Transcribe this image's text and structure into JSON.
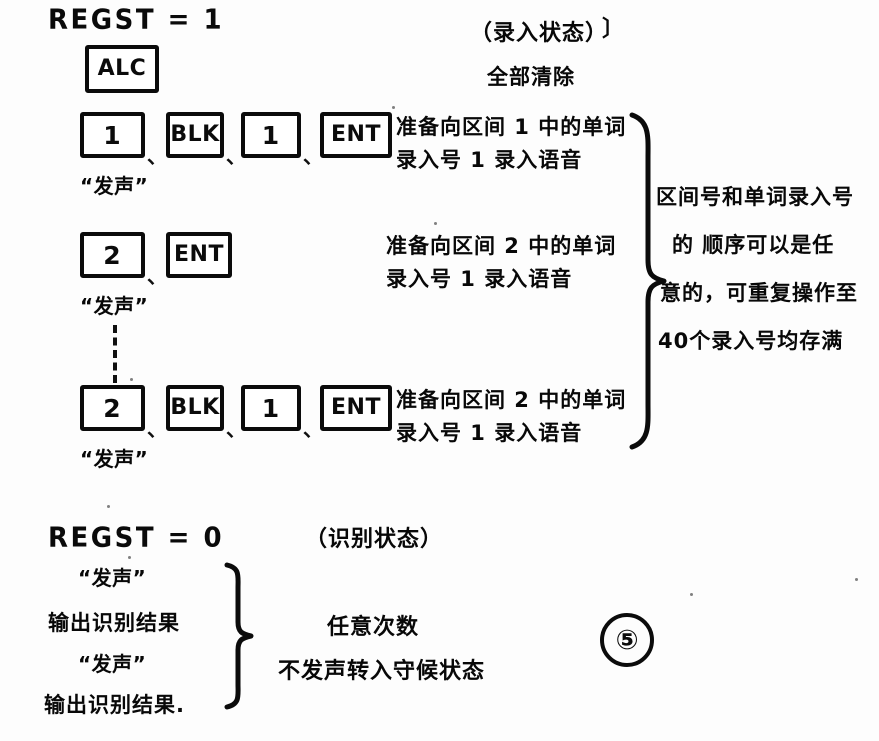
{
  "page": {
    "figure_number": "⑤",
    "background_color": "#fdfdfd",
    "ink_color": "#080808"
  },
  "record_section": {
    "state_label": "REGST = 1",
    "state_name": "（录入状态）",
    "state_name_tail": "〕",
    "clear_all_label": "全部清除",
    "clear_key": "ALC",
    "rows": [
      {
        "keys": [
          "1",
          "BLK",
          "1",
          "ENT"
        ],
        "separators": [
          "、",
          "、",
          "、"
        ],
        "sound_label": "“发声”",
        "description_line1": "准备向区间 1 中的单词",
        "description_line2": "录入号 1 录入语音"
      },
      {
        "keys": [
          "2",
          "ENT"
        ],
        "separators": [
          "、"
        ],
        "sound_label": "“发声”",
        "description_line1": "准备向区间 2 中的单词",
        "description_line2": "录入号 1 录入语音"
      },
      {
        "keys": [
          "2",
          "BLK",
          "1",
          "ENT"
        ],
        "separators": [
          "、",
          "、",
          "、"
        ],
        "sound_label": "“发声”",
        "description_line1": "准备向区间 2 中的单词",
        "description_line2": "录入号 1 录入语音"
      }
    ],
    "summary_lines": [
      "区间号和单词录入号",
      "的 顺序可以是任",
      "意的，可重复操作至",
      "40个录入号均存满"
    ]
  },
  "recognize_section": {
    "state_label": "REGST = 0",
    "state_name": "（识别状态）",
    "steps": [
      "“发声”",
      "输出识别结果",
      "“发声”",
      "输出识别结果."
    ],
    "note_line1": "任意次数",
    "note_line2": "不发声转入守候状态"
  }
}
